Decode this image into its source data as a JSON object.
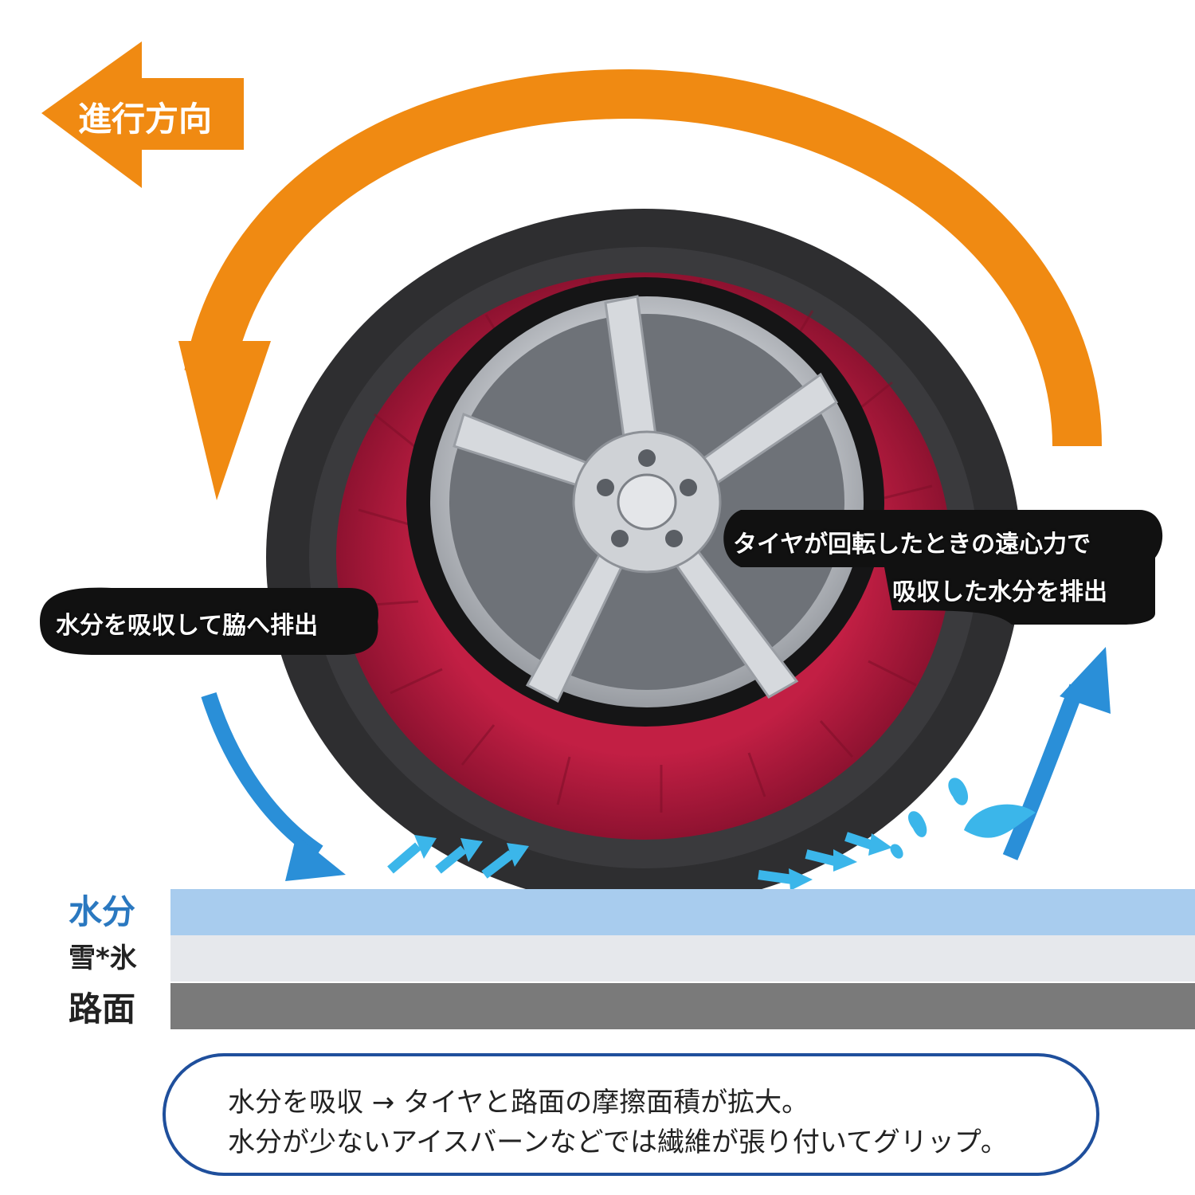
{
  "direction": {
    "label": "進行方向",
    "color": "#f08a12"
  },
  "callouts": {
    "left": "水分を吸収して脇へ排出",
    "right_line1": "タイヤが回転したときの遠心力で",
    "right_line2": "吸収した水分を排出"
  },
  "layers": [
    {
      "label": "水分",
      "color": "#a8ccee",
      "label_color": "#2a78c0"
    },
    {
      "label": "雪*氷",
      "color": "#e6e8ec",
      "label_color": "#222222"
    },
    {
      "label": "路面",
      "color": "#7a7a7a",
      "label_color": "#222222"
    }
  ],
  "caption": {
    "line1": "水分を吸収 → タイヤと路面の摩擦面積が拡大。",
    "line2": "水分が少ないアイスバーンなどでは繊維が張り付いてグリップ。"
  },
  "colors": {
    "sock_red": "#b01a3a",
    "sock_dark": "#2e2e30",
    "rim_silver": "#c9ccd0",
    "water_blue": "#2a8fd8",
    "splash_blue": "#3bb6ea"
  }
}
